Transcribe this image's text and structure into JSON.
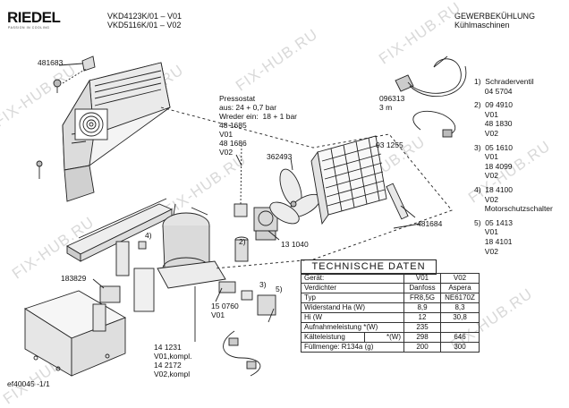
{
  "header": {
    "brand": "RIEDEL",
    "tagline": "PASSION IN COOLING",
    "model_lines": [
      "VKD4123K/01 – V01",
      "VKD5116K/01 – V02"
    ],
    "category": "GEWERBEKÜHLUNG",
    "subcategory": "Kühlmaschinen"
  },
  "watermark": "FIX-HUB.RU",
  "parts": {
    "p481683": "481683",
    "p183829": "183829",
    "p096313": "096313",
    "p3m": "3 m",
    "p031255": "03 1255",
    "p362493": "362493",
    "p131040": "13 1040",
    "p481684": "481684",
    "p150760": "15 0760",
    "pV01": "V01",
    "p141231": "14 1231",
    "pV01kompl": "V01,kompl.",
    "p142172": "14 2172",
    "pV02kompl": "V02,kompl",
    "callout2": "2)",
    "callout3": "3)",
    "callout4": "4)",
    "callout5": "5)"
  },
  "pressostat": {
    "lines": [
      "Pressostat",
      "aus: 24 + 0,7 bar",
      "Wreder ein:  18 + 1 bar",
      "48 1685",
      "V01",
      "48 1686",
      "V02"
    ]
  },
  "legend": [
    "1)  Schraderventil",
    "     04 5704",
    "2)  09 4910",
    "     V01",
    "     48 1830",
    "     V02",
    "3)  05 1610",
    "     V01",
    "     18 4099",
    "     V02",
    "4)  18 4100",
    "     V02",
    "     Motorschutzschalter",
    "5)  05 1413",
    "     V01",
    "     18 4101",
    "     V02"
  ],
  "tech_data": {
    "title": "TECHNISCHE DATEN",
    "header": [
      "Gerät:",
      "V01",
      "V02"
    ],
    "rows": [
      [
        "Verdichter",
        "",
        "Danfoss",
        "Aspera"
      ],
      [
        "Typ",
        "",
        "FR8,5G",
        "NE6170Z"
      ],
      [
        "Widerstand  Ha (W)",
        "",
        "8,9",
        "8,3"
      ],
      [
        "                    Hi (W",
        "",
        "12",
        "30,8"
      ],
      [
        "Aufnahmeleistung  *(W)",
        "",
        "235",
        ""
      ],
      [
        "Kälteleistung",
        "*(W)",
        "298",
        "646"
      ],
      [
        "Füllmenge:  R134a (g)",
        "",
        "200",
        "300"
      ]
    ]
  },
  "footer": {
    "doc_id": "ef40045 -1/1"
  }
}
